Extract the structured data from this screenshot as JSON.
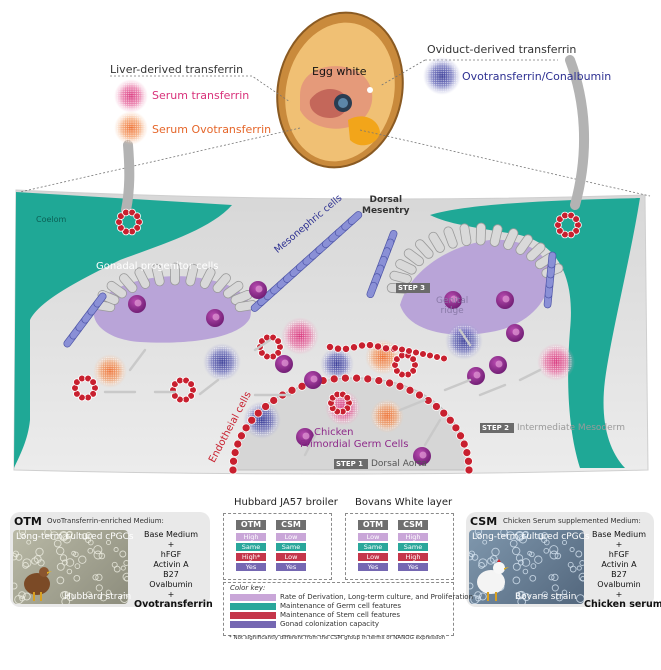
{
  "labels": {
    "egg_white": "Egg white",
    "liver_derived": "Liver-derived transferrin",
    "oviduct_derived": "Oviduct-derived transferrin",
    "serum_transferrin": "Serum transferrin",
    "serum_ovotransferrin": "Serum Ovotransferrin",
    "ovotransferrin_conalbumin": "Ovotransferrin/Conalbumin",
    "coelom": "Coelom",
    "dorsal_mesentry": "Dorsal\nMesentry",
    "gonadal_progenitor": "Gonadal progenitor cells",
    "mesonephric": "Mesonephric cells",
    "step3_tag": "STEP 3",
    "genital_ridge": "Genital\nridge",
    "endothelial": "Endotheial cells",
    "chicken": "Chicken",
    "pgc": "Primordial Germ Cells",
    "step2_tag": "STEP 2",
    "intermediate_mesoderm": "Intermediate  Mesoderm",
    "step1_tag": "STEP 1",
    "dorsal_aorta": "Dorsal Aorta"
  },
  "otm_panel": {
    "tag": "OTM",
    "title": "OvoTransferrin-enriched Medium:",
    "photo_caption": "Long-term cultured cPGCs",
    "strain": "Hubbard strain",
    "recipe": [
      "Base Medium",
      "+",
      "hFGF",
      "Activin A",
      "B27",
      "Ovalbumin",
      "+"
    ],
    "highlight": "Ovotransferrin"
  },
  "csm_panel": {
    "tag": "CSM",
    "title": "Chicken Serum supplemented Medium:",
    "photo_caption": "Long-term cultured cPGCs",
    "strain": "Bovans  strain",
    "recipe": [
      "Base Medium",
      "+",
      "hFGF",
      "Activin A",
      "B27",
      "Ovalbumin",
      "+"
    ],
    "highlight": "Chicken serum"
  },
  "comparison": {
    "hubbard": {
      "title": "Hubbard JA57 broiler",
      "otm": {
        "header": "OTM",
        "values": [
          "High",
          "Same",
          "High*",
          "Yes"
        ]
      },
      "csm": {
        "header": "CSM",
        "values": [
          "Low",
          "Same",
          "Low",
          "Yes"
        ]
      }
    },
    "bovans": {
      "title": "Bovans White layer",
      "otm": {
        "header": "OTM",
        "values": [
          "Low",
          "Same",
          "Low",
          "Yes"
        ]
      },
      "csm": {
        "header": "CSM",
        "values": [
          "High",
          "Same",
          "High",
          "Yes"
        ]
      }
    }
  },
  "color_key": {
    "title": "Color key:",
    "items": [
      {
        "color": "#c9a6d8",
        "text": "Rate of Derivation, Long-term culture, and Proliferation"
      },
      {
        "color": "#2aa79b",
        "text": "Maintenance of Germ cell features"
      },
      {
        "color": "#c5364a",
        "text": "Maintenance of Stem cell features"
      },
      {
        "color": "#7567b2",
        "text": "Gonad colonization capacity"
      }
    ],
    "footnote": "* Not significantly different from the CSM group in terms of NANOG expression"
  },
  "colors": {
    "teal": "#1fa896",
    "pink": "#d8317a",
    "orange": "#ee7a3a",
    "navy": "#2e3192",
    "pgc_purple": "#8e2a8a",
    "gonad_lavender": "#b9a4d8",
    "rbc_red": "#c8202f"
  }
}
